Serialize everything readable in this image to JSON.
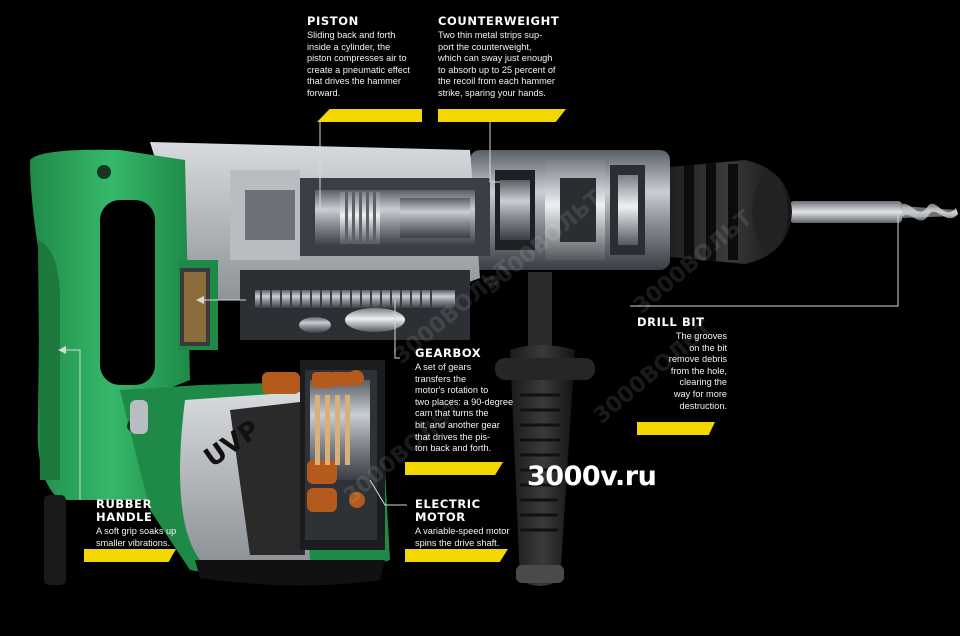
{
  "colors": {
    "background": "#000000",
    "body_green": "#2fae62",
    "body_green_dark": "#1d7a40",
    "accent_yellow": "#f2d800",
    "metal": "#9aa0a8",
    "leader_line": "#d8d8d8"
  },
  "callouts": [
    {
      "id": "piston",
      "title": "PISTON",
      "body": "Sliding back and forth\ninside a cylinder, the\npiston compresses air to\ncreate a pneumatic effect\nthat drives the hammer\nforward."
    },
    {
      "id": "counterweight",
      "title": "COUNTERWEIGHT",
      "body": "Two thin metal strips sup-\nport the counterweight,\nwhich can sway just enough\nto absorb up to 25 percent of\nthe recoil from each hammer\nstrike, sparing your hands."
    },
    {
      "id": "drill_bit",
      "title": "DRILL BIT",
      "body": "The grooves\non the bit\nremove debris\nfrom the hole,\nclearing the\nway for more\ndestruction."
    },
    {
      "id": "gearbox",
      "title": "GEARBOX",
      "body": "A set of gears\ntransfers the\nmotor's rotation to\ntwo places: a 90-degree\ncam that turns the\nbit, and another gear\nthat drives the pis-\nton back and forth."
    },
    {
      "id": "electric_motor",
      "title": "ELECTRIC\nMOTOR",
      "body": "A variable-speed motor\nspins the drive shaft."
    },
    {
      "id": "rubber_handle",
      "title": "RUBBER\nHANDLE",
      "body": "A soft grip soaks up\nsmaller vibrations."
    }
  ],
  "logo_text": "UVP",
  "site_mark": "3000v.ru",
  "watermark": "3000ВОЛЬТ"
}
